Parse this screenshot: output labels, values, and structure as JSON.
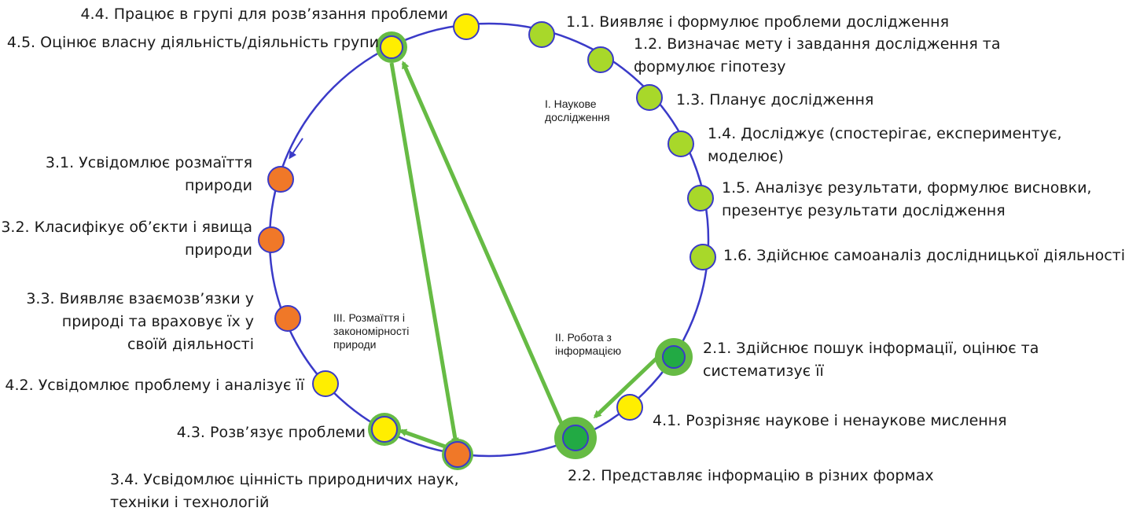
{
  "colors": {
    "ring": "#3a3ac8",
    "arrow": "#66bb44",
    "lime": "#a8d82a",
    "yellow": "#ffee00",
    "orange": "#f07828",
    "green": "#22aa44",
    "node_stroke": "#3a3ac8",
    "halo": "#66bb44"
  },
  "sections": {
    "s1": [
      "І. Наукове",
      "дослідження"
    ],
    "s2": [
      "ІІ. Робота з",
      "інформацією"
    ],
    "s3": [
      "ІІІ. Розмаїття і",
      "закономірності",
      "природи"
    ]
  },
  "labels": {
    "n1_1": [
      "1.1. Виявляє і формулює проблеми дослідження"
    ],
    "n1_2": [
      "1.2. Визначає мету і завдання дослідження та",
      "формулює гіпотезу"
    ],
    "n1_3": [
      "1.3. Планує дослідження"
    ],
    "n1_4": [
      "1.4. Досліджує (спостерігає, експериментує,",
      "моделює)"
    ],
    "n1_5": [
      "1.5. Аналізує результати, формулює висновки,",
      "презентує результати дослідження"
    ],
    "n1_6": [
      "1.6. Здійснює самоаналіз дослідницької діяльності"
    ],
    "n2_1": [
      "2.1. Здійснює пошук інформації, оцінює та",
      "систематизує її"
    ],
    "n4_1": [
      "4.1. Розрізняє наукове і ненаукове мислення"
    ],
    "n2_2": [
      "2.2. Представляє інформацію в різних формах"
    ],
    "n3_4": [
      "3.4. Усвідомлює цінність природничих наук,",
      "техніки і технологій"
    ],
    "n4_3": [
      "4.3. Розв’язує проблеми"
    ],
    "n4_2": [
      "4.2. Усвідомлює проблему і аналізує її"
    ],
    "n3_3": [
      "3.3. Виявляє взаємозв’язки у",
      "природі та  враховує їх у",
      "своїй діяльності"
    ],
    "n3_2": [
      "3.2. Класифікує об’єкти і явища",
      "природи"
    ],
    "n3_1": [
      "3.1. Усвідомлює розмаїття",
      "природи"
    ],
    "n4_5": [
      "4.5. Оцінює власну діяльність/діяльність групи"
    ],
    "n4_4": [
      "4.4. Працює в групі для  розв’язання проблеми"
    ]
  }
}
